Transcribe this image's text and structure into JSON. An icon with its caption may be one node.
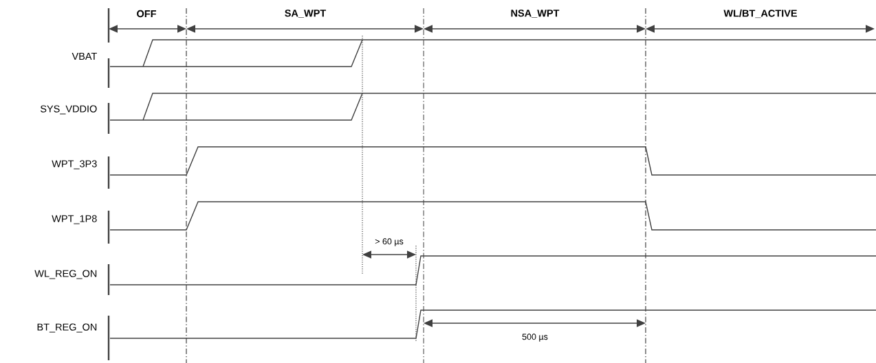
{
  "diagram": {
    "labels": [
      "OFF",
      "SA_WPT",
      "NSA_WPT",
      "WL/BT_ACTIVE",
      "VBAT",
      "SYS_VDDIO",
      "WPT_3P3",
      "WPT_1P8",
      "> 60 µs",
      "WL_REG_ON",
      "BT_REG_ON",
      "500 µs"
    ]
  }
}
